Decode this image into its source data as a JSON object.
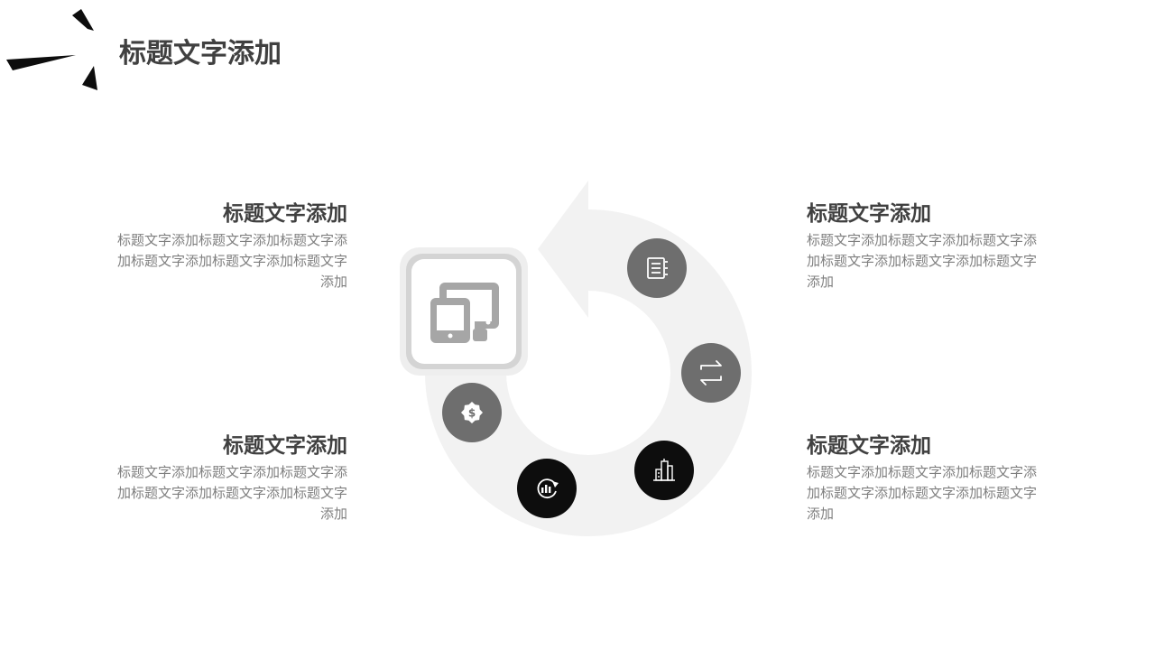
{
  "page": {
    "title": "标题文字添加"
  },
  "blocks": {
    "top_left": {
      "title": "标题文字添加",
      "body": "标题文字添加标题文字添加标题文字添加标题文字添加标题文字添加标题文字添加"
    },
    "bottom_left": {
      "title": "标题文字添加",
      "body": "标题文字添加标题文字添加标题文字添加标题文字添加标题文字添加标题文字添加"
    },
    "top_right": {
      "title": "标题文字添加",
      "body": "标题文字添加标题文字添加标题文字添加标题文字添加标题文字添加标题文字添加"
    },
    "bottom_right": {
      "title": "标题文字添加",
      "body": "标题文字添加标题文字添加标题文字添加标题文字添加标题文字添加标题文字添加"
    }
  },
  "diagram": {
    "center_icon": "devices-icon",
    "nodes": [
      {
        "icon": "notebook-icon",
        "color": "#6e6e6e"
      },
      {
        "icon": "exchange-arrows-icon",
        "color": "#6e6e6e"
      },
      {
        "icon": "city-buildings-icon",
        "color": "#0d0d0d"
      },
      {
        "icon": "chart-refresh-icon",
        "color": "#0d0d0d"
      },
      {
        "icon": "dollar-badge-icon",
        "color": "#6e6e6e"
      }
    ],
    "ring_color": "#f2f2f2"
  }
}
